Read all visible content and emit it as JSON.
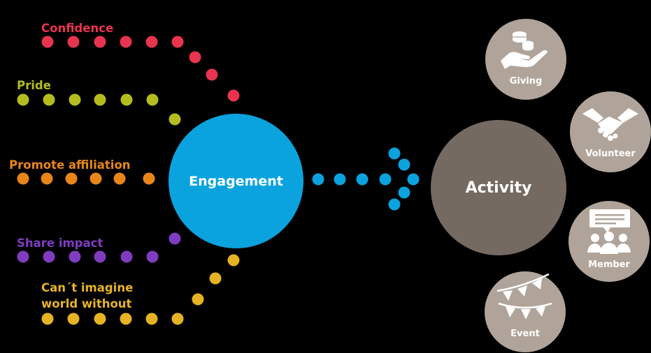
{
  "drivers": [
    {
      "label": "Confidence",
      "color": "#e8344e"
    },
    {
      "label": "Pride",
      "color": "#b5bd1e"
    },
    {
      "label": "Promote affiliation",
      "color": "#e8861a"
    },
    {
      "label": "Share impact",
      "color": "#7f3cc0"
    },
    {
      "label": "Can´t imagine world without",
      "label_lines": [
        "Can´t imagine",
        "world without"
      ],
      "color": "#e6b325"
    }
  ],
  "engagement": {
    "label": "Engagement",
    "color": "#0aa3de"
  },
  "activity": {
    "label": "Activity",
    "color": "#756a62"
  },
  "arrow_color": "#0aa3de",
  "activity_items": [
    {
      "label": "Giving",
      "icon": "giving-hand-coins-icon"
    },
    {
      "label": "Volunteer",
      "icon": "handshake-icon"
    },
    {
      "label": "Member",
      "icon": "member-group-speech-icon"
    },
    {
      "label": "Event",
      "icon": "bunting-flags-icon"
    }
  ],
  "activity_item_color": "#b0a49a"
}
